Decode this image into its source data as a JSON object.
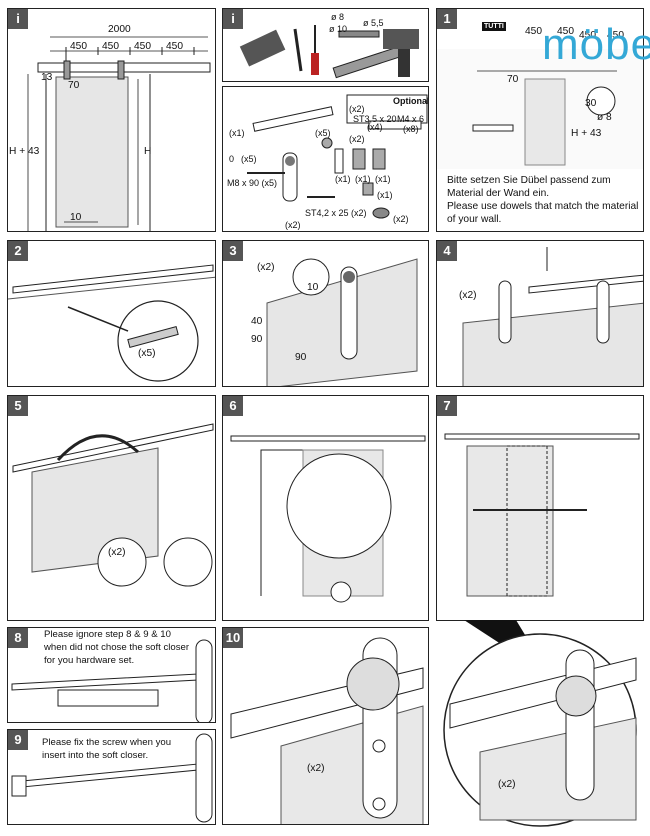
{
  "panels": {
    "p_i1": {
      "num": "i",
      "dim_total": "2000",
      "dim_450": "450",
      "dim_13": "13",
      "dim_70": "70",
      "label_h43": "H + 43",
      "label_h": "H",
      "dim_10": "10"
    },
    "p_i2": {
      "num": "i",
      "dim_8": "ø 8",
      "dim_10": "ø 10",
      "dim_55": "ø 5,5"
    },
    "p_parts": {
      "optional": "Optional",
      "x1": "(x1)",
      "x5": "(x5)",
      "x2": "(x2)",
      "x4": "(x4)",
      "x8": "(x8)",
      "st35": "ST3,5 x 20",
      "m4": "M4 x 6",
      "m8": "M8 x 90 (x5)",
      "st42": "ST4,2 x 25 (x2)",
      "zero": "0"
    },
    "p1": {
      "num": "1",
      "dim_450": "450",
      "dim_70": "70",
      "dim_30": "30",
      "dim_8": "ø 8",
      "label_h43": "H + 43",
      "text_de": "Bitte setzen Sie Dübel passend zum Material der Wand ein.",
      "text_en": "Please use dowels that match the material of your wall."
    },
    "p2": {
      "num": "2",
      "x5": "(x5)"
    },
    "p3": {
      "num": "3",
      "x2": "(x2)",
      "dim_10": "10",
      "dim_40": "40",
      "dim_90a": "90",
      "dim_90b": "90"
    },
    "p4": {
      "num": "4",
      "x2": "(x2)"
    },
    "p5": {
      "num": "5",
      "x2": "(x2)"
    },
    "p6": {
      "num": "6"
    },
    "p7": {
      "num": "7"
    },
    "p8": {
      "num": "8",
      "text": "Please ignore step 8 & 9 & 10 when did not chose the soft closer for you hardware set."
    },
    "p9": {
      "num": "9",
      "text": "Please fix the screw when you insert into the soft closer."
    },
    "p10": {
      "num": "10",
      "x2": "(x2)"
    },
    "callout": {
      "x2": "(x2)"
    }
  },
  "logo": {
    "tutti": "TUTTI",
    "name": "möbel",
    "color": "#34a8d6"
  }
}
